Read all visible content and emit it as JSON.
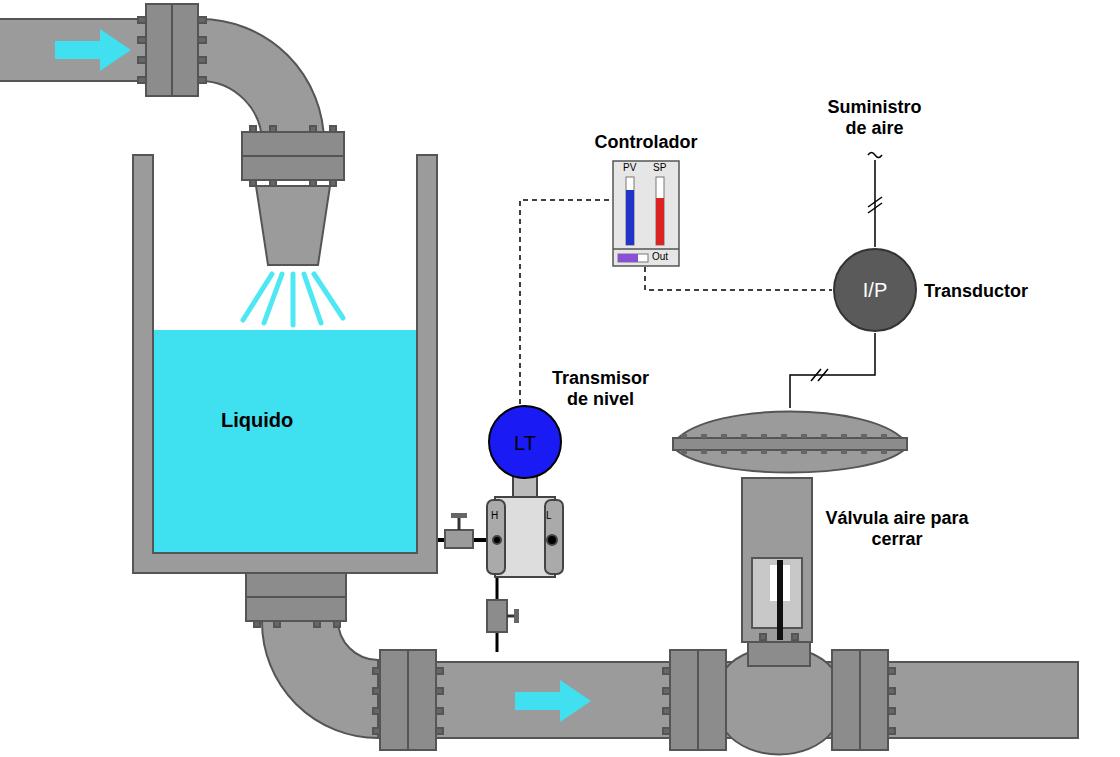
{
  "diagram": {
    "nodes": [
      {
        "text": [
          "Liquido"
        ]
      },
      {
        "text": [
          "Controlador",
          "PV",
          "SP",
          "Out"
        ]
      },
      {
        "text": [
          "I/P",
          "Transductor"
        ]
      },
      {
        "text": [
          "LT",
          "Transmisor de nivel"
        ]
      },
      {
        "text": [
          "Válvula aire para cerrar"
        ]
      }
    ],
    "edges": [
      {
        "from": 3,
        "to": 1,
        "arrow": "none"
      },
      {
        "from": 1,
        "to": 2,
        "arrow": "none"
      },
      {
        "from": 2,
        "to": 4,
        "arrow": "none"
      }
    ],
    "labels": [
      "Suministro de aire",
      "H",
      "L"
    ]
  }
}
